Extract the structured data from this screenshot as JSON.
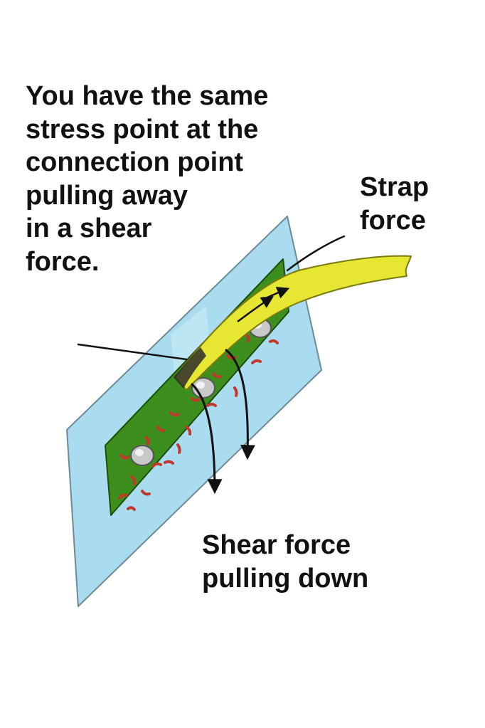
{
  "captions": {
    "stress_point": [
      "You have the same",
      "stress point at the",
      "connection point",
      "pulling away",
      "in a shear",
      "force."
    ],
    "strap_force": [
      "Strap",
      "force"
    ],
    "shear_force": [
      "Shear force",
      "pulling down"
    ]
  },
  "colors": {
    "panel_fill": "#a9dcef",
    "panel_edge": "#6f8a96",
    "plate_fill": "#3c8f1d",
    "plate_speckle": "#c0392b",
    "strap_fill": "#e6e633",
    "strap_edge": "#7a7a10",
    "bolt": "#c9c9c9",
    "ink": "#111111"
  },
  "icons": [
    "bolt-icon",
    "arrow-down-icon",
    "arrow-along-strap-icon"
  ]
}
